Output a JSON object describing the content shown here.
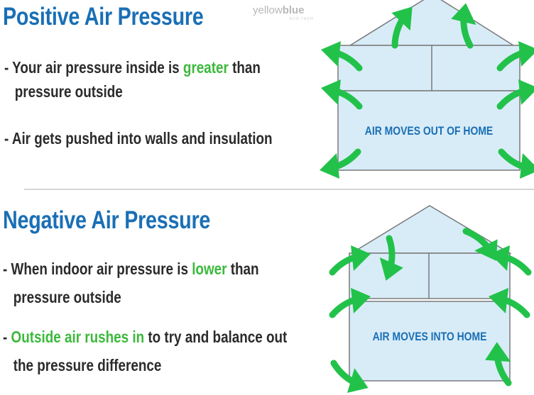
{
  "brand": {
    "logo_light": "yellow",
    "logo_bold": "blue",
    "logo_sub": "ECO TECH"
  },
  "positive": {
    "title": "Positive Air Pressure",
    "bullet1": {
      "prefix": "- Your air pressure inside is ",
      "highlight": "greater",
      "suffix": " than",
      "line2": "pressure outside"
    },
    "bullet2": {
      "text": "- Air gets pushed into walls and insulation"
    },
    "house_label": "AIR MOVES OUT OF HOME"
  },
  "negative": {
    "title": "Negative Air Pressure",
    "bullet1": {
      "prefix": "- When indoor air pressure is ",
      "highlight": "lower",
      "suffix": " than",
      "line2": "pressure outside"
    },
    "bullet2": {
      "prefix": "- ",
      "highlight": "Outside air rushes in",
      "suffix": " to try and balance out",
      "line2": "the pressure difference"
    },
    "house_label": "AIR MOVES INTO HOME"
  },
  "colors": {
    "title": "#1a6fb5",
    "highlight": "#3cb93c",
    "arrow": "#22c24a",
    "house_fill": "#d8ecf8",
    "house_stroke": "#7a7a7a"
  },
  "icons": {
    "arrow": "curved-arrow-icon"
  }
}
